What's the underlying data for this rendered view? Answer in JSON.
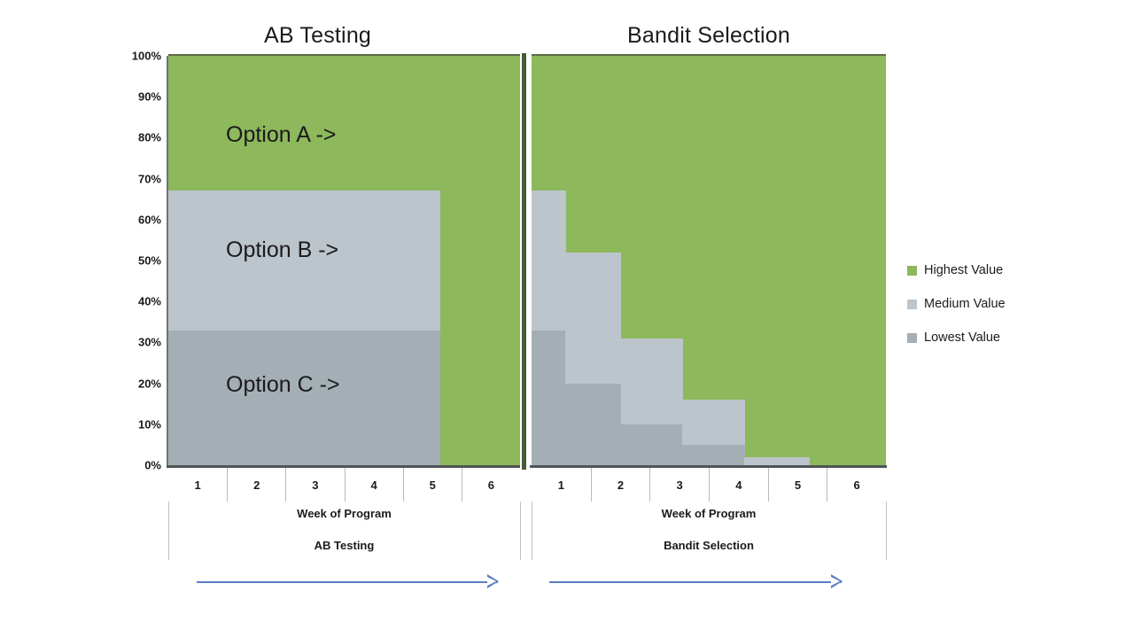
{
  "chart_data": {
    "type": "area",
    "title": "",
    "panels": [
      {
        "title": "AB Testing",
        "xlabel": "Week of Program",
        "xcategory": "AB Testing",
        "categories": [
          "1",
          "2",
          "3",
          "4",
          "5",
          "6"
        ],
        "ylabel": "",
        "ylim": [
          0,
          100
        ],
        "series": [
          {
            "name": "Lowest Value",
            "color": "#A4AFB5",
            "values": [
              33,
              33,
              33,
              33,
              33,
              0
            ]
          },
          {
            "name": "Medium Value",
            "color": "#BCC4CC",
            "values": [
              34,
              34,
              34,
              34,
              34,
              0
            ]
          },
          {
            "name": "Highest Value",
            "color": "#8DB85C",
            "values": [
              33,
              33,
              33,
              33,
              33,
              100
            ]
          }
        ],
        "steps": [
          {
            "from_week": 1.0,
            "to_week": 5.55,
            "lowest_top": 33,
            "medium_top": 67
          },
          {
            "from_week": 5.55,
            "to_week": 6.0,
            "lowest_top": 0,
            "medium_top": 0
          }
        ],
        "annotations": [
          "Option A ->",
          "Option B ->",
          "Option C ->"
        ]
      },
      {
        "title": "Bandit Selection",
        "xlabel": "Week of Program",
        "xcategory": "Bandit Selection",
        "categories": [
          "1",
          "2",
          "3",
          "4",
          "5",
          "6"
        ],
        "ylabel": "",
        "ylim": [
          0,
          100
        ],
        "series": [
          {
            "name": "Lowest Value",
            "color": "#A4AFB5",
            "values": [
              33,
              20,
              10,
              5,
              0,
              0
            ]
          },
          {
            "name": "Medium Value",
            "color": "#BCC4CC",
            "values": [
              34,
              32,
              21,
              11,
              2,
              0
            ]
          },
          {
            "name": "Highest Value",
            "color": "#8DB85C",
            "values": [
              33,
              48,
              69,
              84,
              98,
              100
            ]
          }
        ],
        "steps": [
          {
            "from_week": 1.0,
            "to_week": 1.55,
            "lowest_top": 33,
            "medium_top": 67
          },
          {
            "from_week": 1.55,
            "to_week": 2.45,
            "lowest_top": 20,
            "medium_top": 52
          },
          {
            "from_week": 2.45,
            "to_week": 3.45,
            "lowest_top": 10,
            "medium_top": 31
          },
          {
            "from_week": 3.45,
            "to_week": 4.45,
            "lowest_top": 5,
            "medium_top": 16
          },
          {
            "from_week": 4.45,
            "to_week": 5.5,
            "lowest_top": 0,
            "medium_top": 2
          },
          {
            "from_week": 5.5,
            "to_week": 6.0,
            "lowest_top": 0,
            "medium_top": 0
          }
        ],
        "annotations": []
      }
    ],
    "y_ticks": [
      "100%",
      "90%",
      "80%",
      "70%",
      "60%",
      "50%",
      "40%",
      "30%",
      "20%",
      "10%",
      "0%"
    ],
    "y_tick_values": [
      100,
      90,
      80,
      70,
      60,
      50,
      40,
      30,
      20,
      10,
      0
    ],
    "grid": false,
    "legend_position": "right",
    "legend": [
      {
        "label": "Highest Value",
        "color": "#8DB85C"
      },
      {
        "label": "Medium Value",
        "color": "#BCC4CC"
      },
      {
        "label": "Lowest Value",
        "color": "#A4AFB5"
      }
    ]
  },
  "colors": {
    "highest": "#8DB85C",
    "medium": "#BCC4CC",
    "lowest": "#A4AFB5",
    "axis": "#6b7378",
    "divider": "#4a5a38",
    "arrow": "#5b7fc0",
    "text": "#1b1b1b",
    "background": "#ffffff"
  },
  "annotations": {
    "option_a": "Option A ->",
    "option_b": "Option B ->",
    "option_c": "Option C ->",
    "arrow_left": "time-progression-arrow",
    "arrow_right": "time-progression-arrow"
  }
}
